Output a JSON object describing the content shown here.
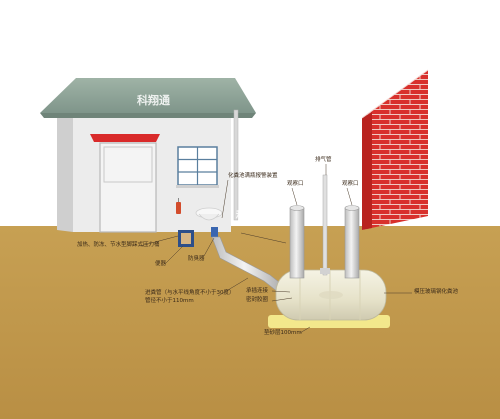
{
  "watermark": "科翔通",
  "labels": {
    "alarm": "化粪池满瓶报警装置",
    "exhaust": "排气管",
    "inspection_left": "观察口",
    "inspection_right": "观察口",
    "pressure_bucket": "加热、防冻、节水型脚踩式压力桶",
    "toilet": "便器",
    "anti_odor": "防臭器",
    "inlet_pipe": "进粪管（与水平线角度不小于30度）",
    "pipe_diameter": "管径不小于110mm",
    "connector": "承插连接",
    "sealing": "密封胶圈",
    "tank": "模压玻璃钢化粪池",
    "sand_bed": "垫砂层100mm"
  },
  "colors": {
    "soil": "#c49a4e",
    "sky": "#ffffff",
    "wall": "#e6e6e6",
    "roof": "#8fa69a",
    "brick": "#d8302c",
    "tank": "#e9e6d2",
    "sand": "#f3e88c",
    "pipe": "#dcdcdc"
  }
}
